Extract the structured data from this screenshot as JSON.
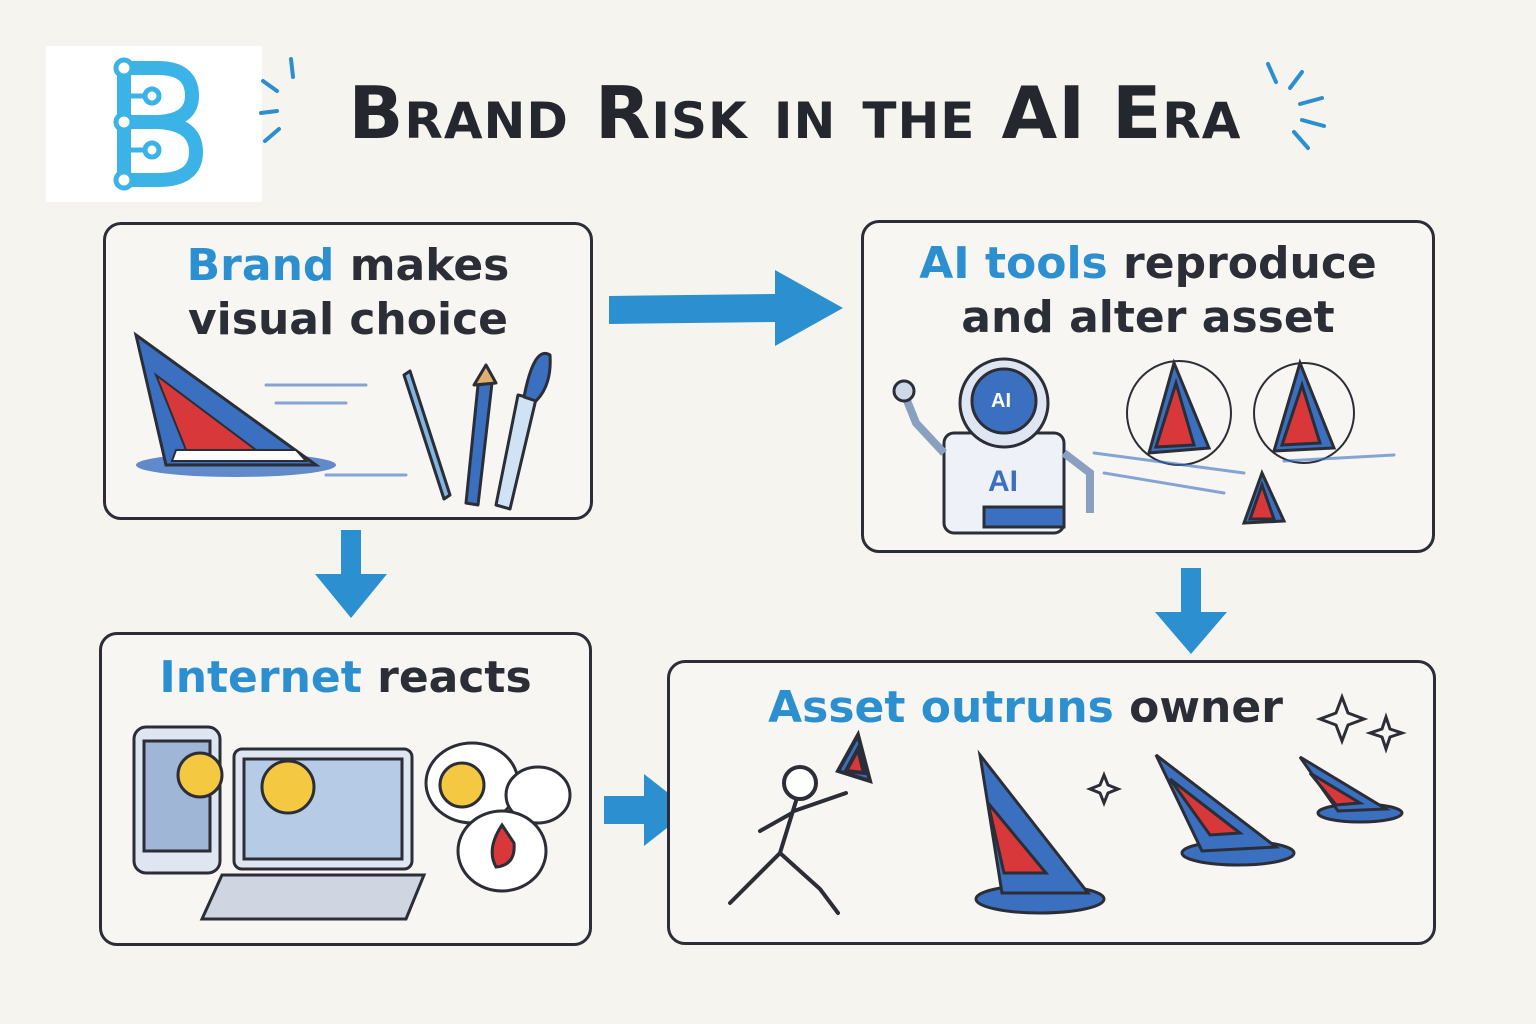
{
  "title": "Brand Risk in the AI Era",
  "colors": {
    "accent_blue": "#2b8fd0",
    "logo_cyan": "#3bb3e6",
    "sail_red": "#d8383a",
    "sail_blue": "#3b6fc0",
    "ink": "#2b2e36"
  },
  "steps": [
    {
      "highlight": "Brand",
      "rest_line1": " makes",
      "line2": "visual choice"
    },
    {
      "highlight": "AI tools",
      "rest_line1": " reproduce",
      "line2": "and alter asset",
      "robot_label": "AI"
    },
    {
      "highlight": "Internet",
      "rest_line1": " reacts"
    },
    {
      "highlight": "Asset outruns",
      "rest_line1": " owner"
    }
  ],
  "flow": [
    "step1-to-step2",
    "step1-to-step3",
    "step2-to-step4",
    "step3-to-step4"
  ]
}
